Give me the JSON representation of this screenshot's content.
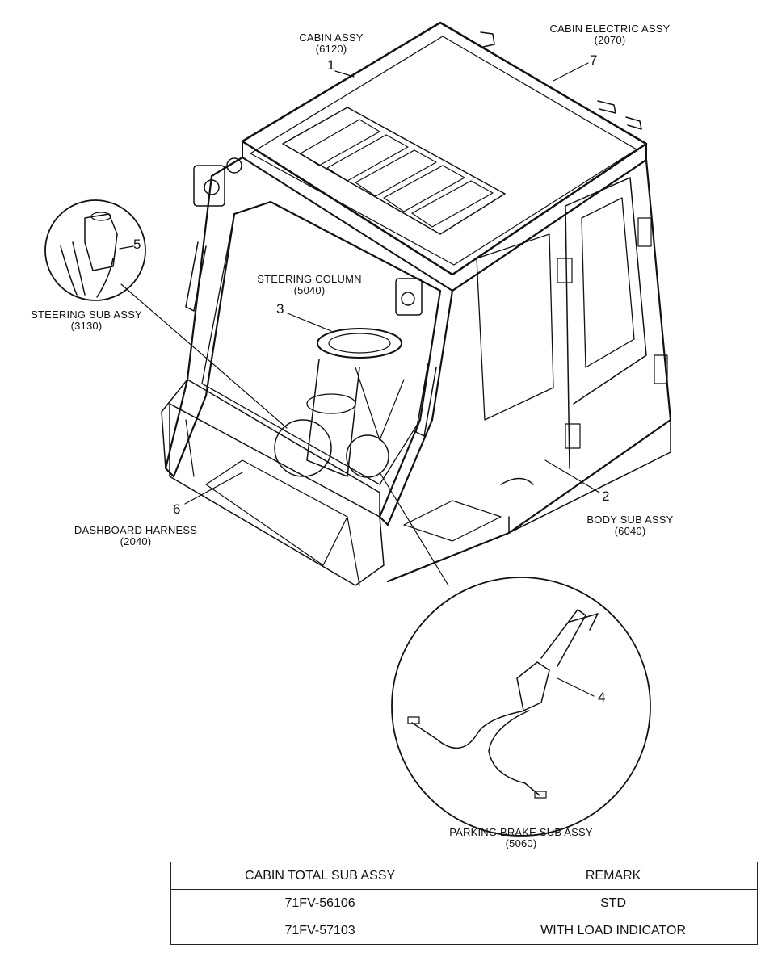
{
  "labels": {
    "cabin_assy": {
      "name": "CABIN ASSY",
      "code": "(6120)"
    },
    "cabin_electric_assy": {
      "name": "CABIN ELECTRIC ASSY",
      "code": "(2070)"
    },
    "steering_column": {
      "name": "STEERING COLUMN",
      "code": "(5040)"
    },
    "steering_sub_assy": {
      "name": "STEERING SUB ASSY",
      "code": "(3130)"
    },
    "dashboard_harness": {
      "name": "DASHBOARD HARNESS",
      "code": "(2040)"
    },
    "body_sub_assy": {
      "name": "BODY SUB ASSY",
      "code": "(6040)"
    },
    "parking_brake_sub_assy": {
      "name": "PARKING BRAKE SUB ASSY",
      "code": "(5060)"
    }
  },
  "callouts": [
    "1",
    "2",
    "3",
    "4",
    "5",
    "6",
    "7"
  ],
  "table": {
    "headers": [
      "CABIN TOTAL SUB ASSY",
      "REMARK"
    ],
    "rows": [
      [
        "71FV-56106",
        "STD"
      ],
      [
        "71FV-57103",
        "WITH LOAD INDICATOR"
      ]
    ]
  }
}
